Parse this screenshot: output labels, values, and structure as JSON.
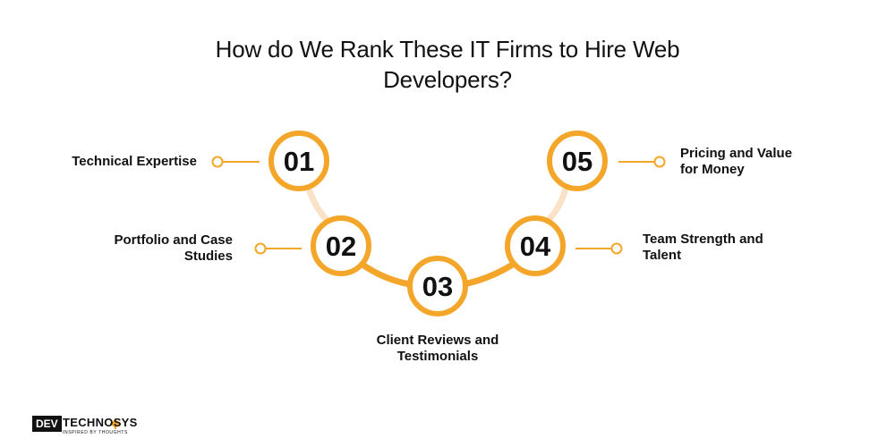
{
  "title": {
    "line1": "How do We Rank These IT Firms to Hire Web",
    "line2": "Developers?"
  },
  "steps": [
    {
      "number": "01",
      "label_lines": [
        "Technical Expertise"
      ]
    },
    {
      "number": "02",
      "label_lines": [
        "Portfolio and Case",
        "Studies"
      ]
    },
    {
      "number": "03",
      "label_lines": [
        "Client Reviews and",
        "Testimonials"
      ]
    },
    {
      "number": "04",
      "label_lines": [
        "Team Strength and",
        "Talent"
      ]
    },
    {
      "number": "05",
      "label_lines": [
        "Pricing and Value",
        "for Money"
      ]
    }
  ],
  "colors": {
    "accent": "#F4A62A",
    "connector_light": "#F9E2C8",
    "text": "#111111"
  },
  "logo": {
    "badge": "DEV",
    "name": "TECHNOSYS",
    "tagline": "INSPIRED BY THOUGHTS"
  }
}
